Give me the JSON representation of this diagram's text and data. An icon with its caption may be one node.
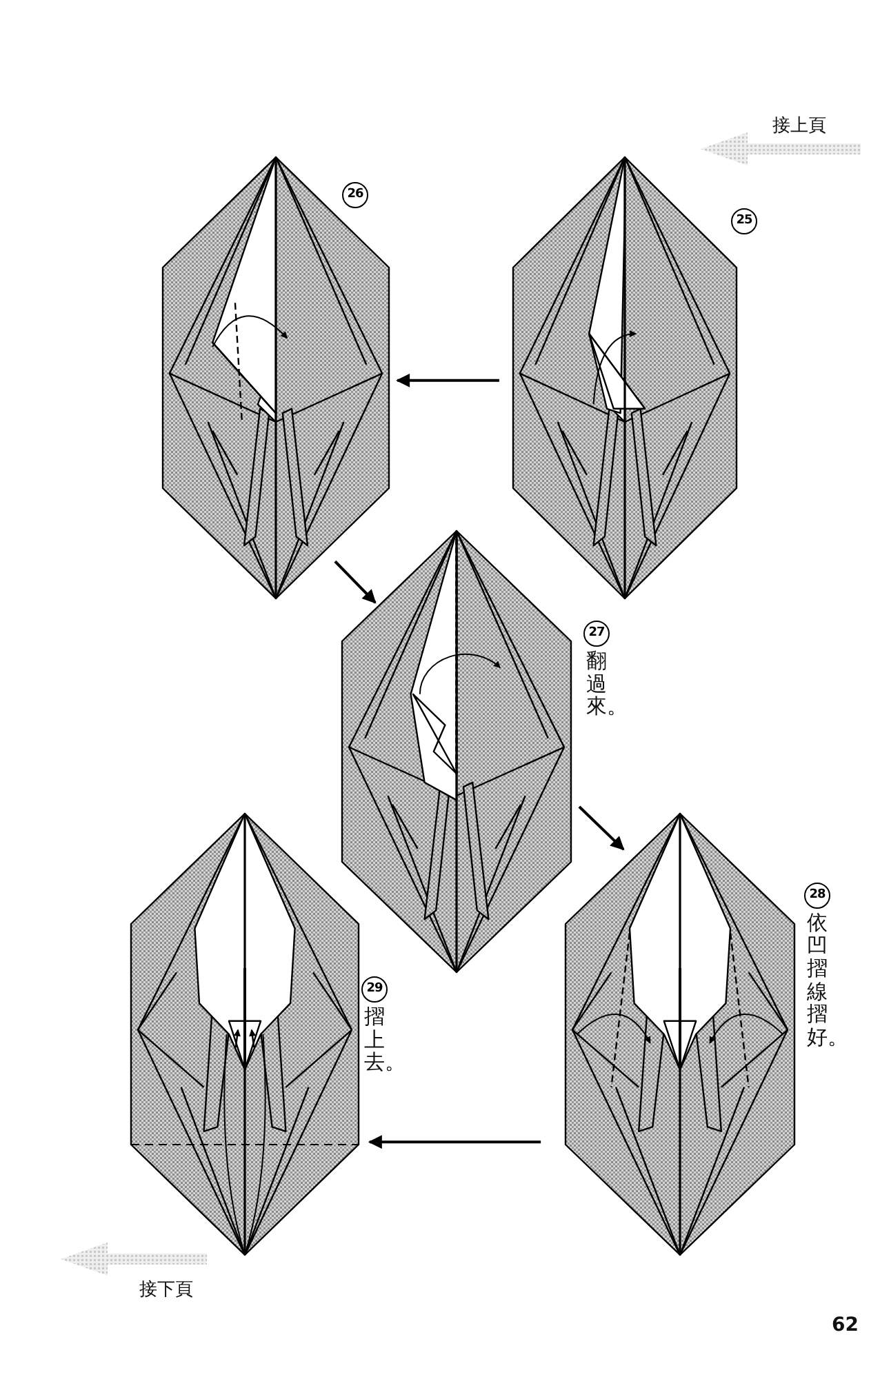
{
  "diagram": {
    "nodes": [
      {
        "text": [],
        "shape": "picture",
        "beside": [
          "25"
        ]
      },
      {
        "text": [],
        "shape": "picture",
        "beside": [
          "26"
        ]
      },
      {
        "text": [],
        "shape": "picture",
        "beside": [
          "27",
          "翻過來。"
        ]
      },
      {
        "text": [],
        "shape": "picture",
        "beside": [
          "28",
          "依凹摺線摺好。"
        ]
      },
      {
        "text": [],
        "shape": "picture",
        "beside": [
          "29",
          "摺上去。"
        ]
      }
    ],
    "edges": [
      {
        "from": 0,
        "to": 1,
        "arrow": "to"
      },
      {
        "from": 1,
        "to": 2,
        "arrow": "to"
      },
      {
        "from": 2,
        "to": 3,
        "arrow": "to"
      },
      {
        "from": 3,
        "to": 4,
        "arrow": "to"
      }
    ],
    "labels": [
      "接上頁",
      "接下頁",
      "62"
    ]
  }
}
